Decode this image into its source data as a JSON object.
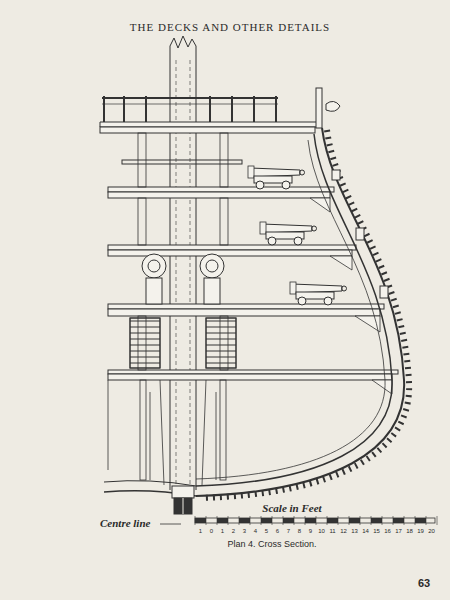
{
  "diagram": {
    "title": "THE DECKS AND OTHER DETAILS",
    "caption": "Plan 4. Cross Section.",
    "labels": [
      "Centre line",
      "Scale in Feet",
      "1",
      "0",
      "1",
      "2",
      "3",
      "4",
      "5",
      "6",
      "7",
      "8",
      "9",
      "10",
      "11",
      "12",
      "13",
      "14",
      "15",
      "16",
      "17",
      "18",
      "19",
      "20",
      "63"
    ]
  }
}
